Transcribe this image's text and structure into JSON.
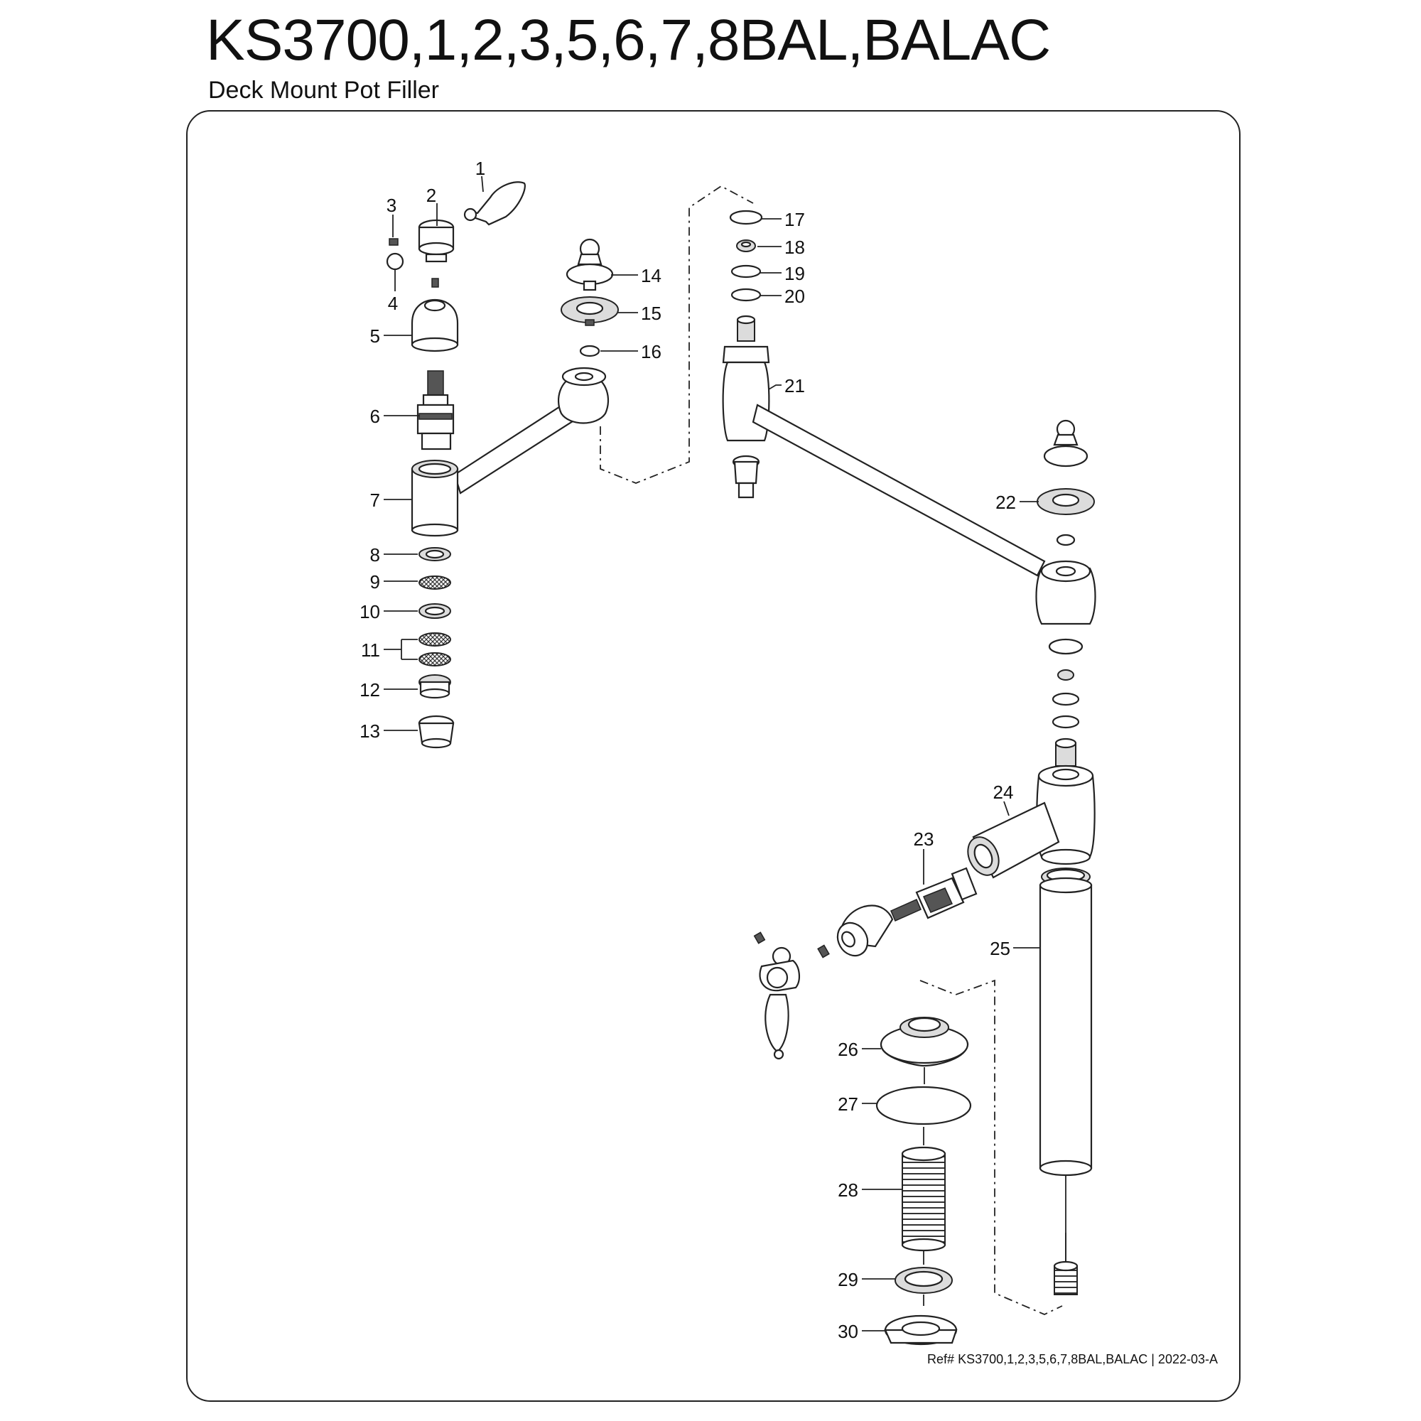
{
  "header": {
    "title": "KS3700,1,2,3,5,6,7,8BAL,BALAC",
    "subtitle": "Deck Mount Pot Filler"
  },
  "footer": {
    "reference": "Ref# KS3700,1,2,3,5,6,7,8BAL,BALAC | 2022-03-A"
  },
  "callouts": [
    "1",
    "2",
    "3",
    "4",
    "5",
    "6",
    "7",
    "8",
    "9",
    "10",
    "11",
    "12",
    "13",
    "14",
    "15",
    "16",
    "17",
    "18",
    "19",
    "20",
    "21",
    "22",
    "23",
    "24",
    "25",
    "26",
    "27",
    "28",
    "29",
    "30"
  ]
}
